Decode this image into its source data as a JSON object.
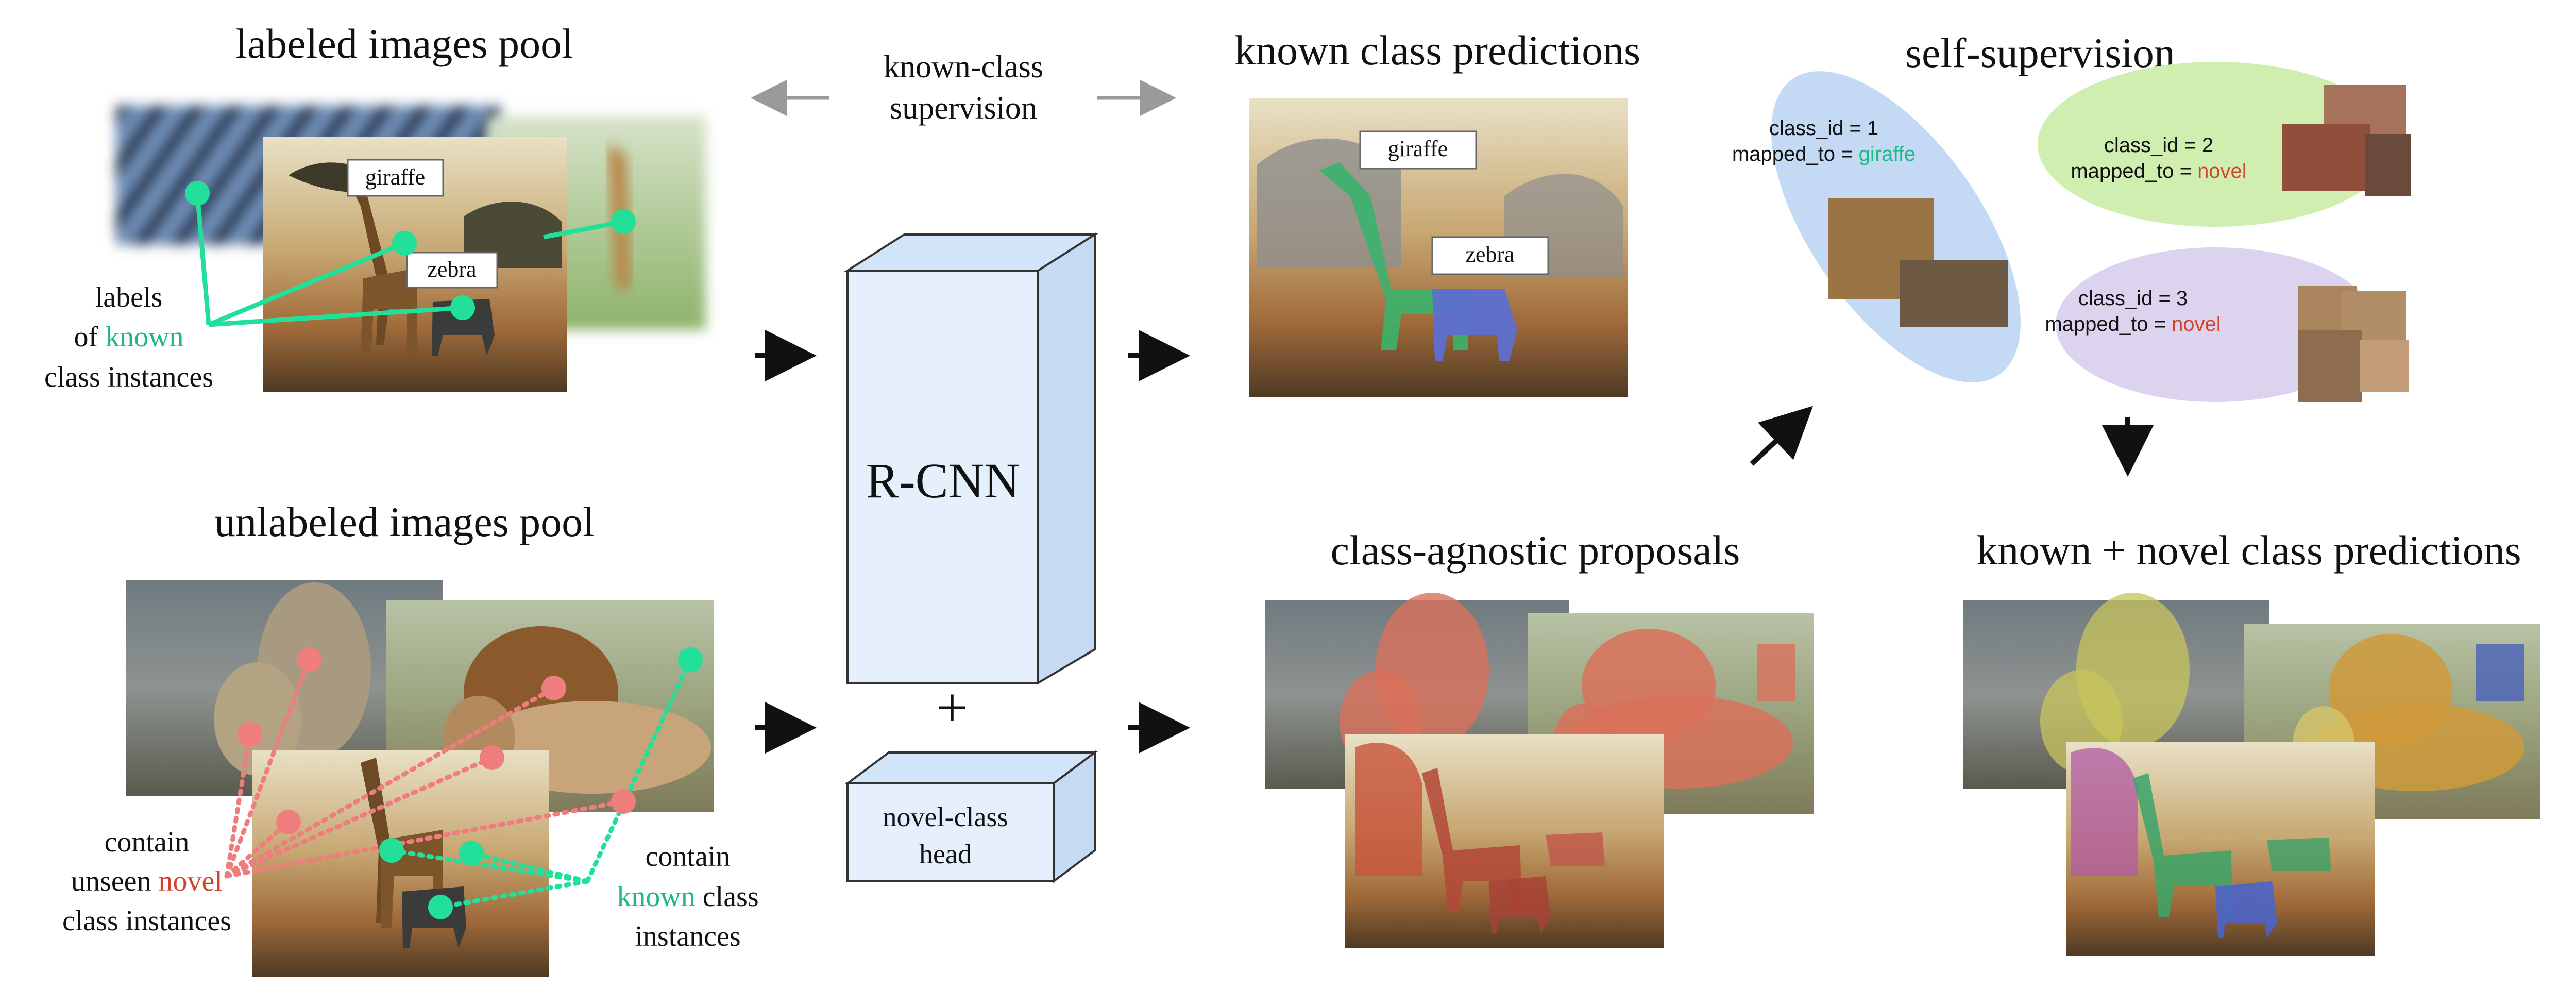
{
  "headings": {
    "labeled_pool": "labeled images pool",
    "unlabeled_pool": "unlabeled images pool",
    "known_predictions": "known class predictions",
    "agnostic_proposals": "class-agnostic proposals",
    "self_supervision": "self-supervision",
    "known_novel_predictions": "known + novel class predictions"
  },
  "supervision": {
    "line1": "known-class",
    "line2": "supervision"
  },
  "labeled_annotation": {
    "line1": "labels",
    "line2_prefix": "of ",
    "line2_known": "known",
    "line3": "class instances"
  },
  "boxes": {
    "giraffe": "giraffe",
    "zebra": "zebra"
  },
  "model": {
    "rcnn": "R-CNN",
    "plus": "+",
    "head_line1": "novel-class",
    "head_line2": "head"
  },
  "unlabeled_annotation": {
    "novel": {
      "line1": "contain",
      "line2_prefix": "unseen ",
      "line2_novel": "novel",
      "line3": "class instances"
    },
    "known": {
      "line1": "contain",
      "line2_known": "known",
      "line2_suffix": " class",
      "line3": "instances"
    }
  },
  "clusters": [
    {
      "id_text": "class_id = 1",
      "map_prefix": "mapped_to = ",
      "map_value": "giraffe"
    },
    {
      "id_text": "class_id = 2",
      "map_prefix": "mapped_to = ",
      "map_value": "novel"
    },
    {
      "id_text": "class_id = 3",
      "map_prefix": "mapped_to = ",
      "map_value": "novel"
    }
  ],
  "colors": {
    "known": "#1fb784",
    "novel": "#d0442b",
    "known_dot": "#22e09a",
    "novel_dot": "#f07d7d",
    "cluster_blue": "#c3d9f4",
    "cluster_green": "#cfeeb0",
    "cluster_purple": "#dcd3ef",
    "rcnn_fill": "#e5f0fc",
    "arrow_gray": "#9a9a9a"
  },
  "icons": [
    "arrow-right-icon",
    "arrow-diagonal-icon",
    "arrow-down-icon",
    "double-arrow-icon"
  ]
}
